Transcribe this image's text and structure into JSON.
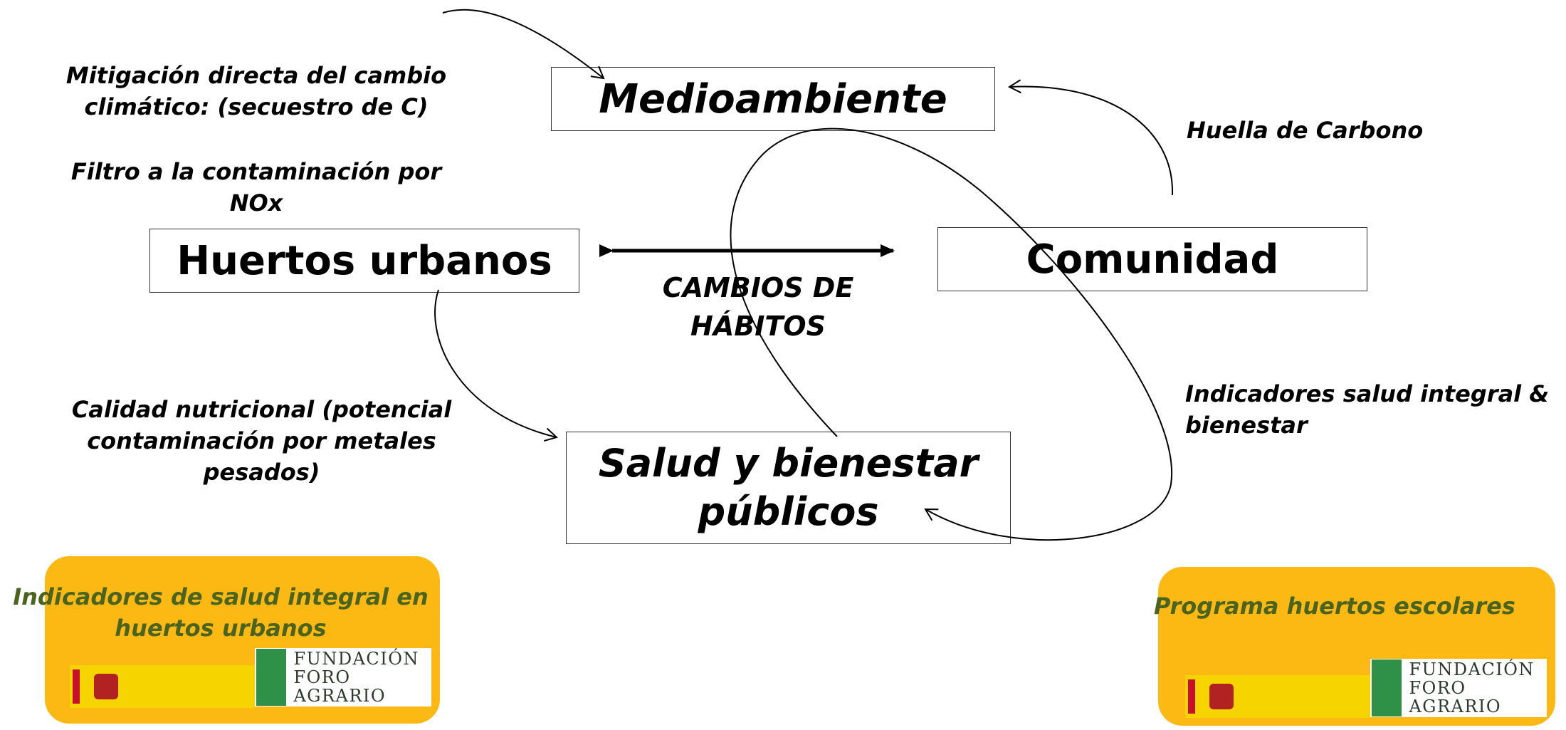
{
  "nodes": {
    "medioambiente": "Medioambiente",
    "huertos": "Huertos urbanos",
    "comunidad": "Comunidad",
    "salud_line1": "Salud y bienestar",
    "salud_line2": "públicos"
  },
  "labels": {
    "mitigacion_line1": "Mitigación directa del cambio",
    "mitigacion_line2": "climático: (secuestro de C)",
    "filtro_line1": "Filtro a la contaminación por",
    "filtro_line2": "NOx",
    "cambios_line1": "CAMBIOS DE",
    "cambios_line2": "HÁBITOS",
    "huella": "Huella de Carbono",
    "calidad_line1": "Calidad nutricional (potencial",
    "calidad_line2": "contaminación por metales",
    "calidad_line3": "pesados)",
    "indicadores_line1": "Indicadores salud integral  &",
    "indicadores_line2": "bienestar"
  },
  "cards": {
    "left_title_line1": "Indicadores de salud integral en",
    "left_title_line2": "huertos urbanos",
    "right_title": "Programa huertos escolares",
    "fundacion_line1": "FUNDACIÓN",
    "fundacion_line2": "FORO AGRARIO"
  },
  "colors": {
    "card_background": "#fdb913",
    "card_title": "#4a6420"
  }
}
